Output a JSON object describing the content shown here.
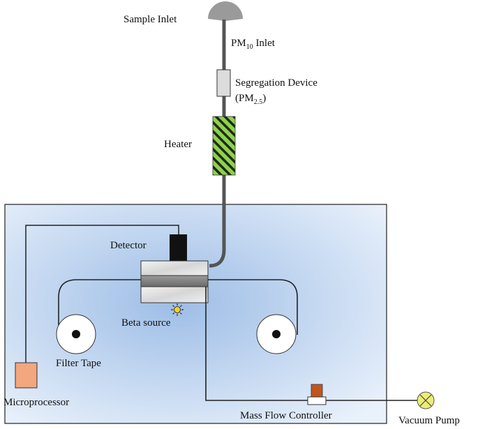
{
  "labels": {
    "sample_inlet": "Sample Inlet",
    "pm10_inlet": {
      "prefix": "PM",
      "sub": "10",
      "suffix": " Inlet"
    },
    "segregation_device": "Segregation Device",
    "segregation_pm25": {
      "prefix": "(PM",
      "sub": "2.5",
      "suffix": ")"
    },
    "heater": "Heater",
    "detector": "Detector",
    "beta_source": "Beta source",
    "filter_tape": "Filter Tape",
    "microprocessor": "Microprocessor",
    "mass_flow_controller": "Mass Flow Controller",
    "vacuum_pump": "Vacuum Pump"
  },
  "colors": {
    "line": "#222222",
    "tube": "#555555",
    "enclosure_center": "#9dbde6",
    "enclosure_edge": "#e9f1fb",
    "heater_fill": "#8fd14f",
    "heater_stripe": "#1e2a14",
    "detector": "#111111",
    "microprocessor": "#f2a77e",
    "mfc_top": "#c0561e",
    "vacuum_pump": "#ecec7a",
    "sun_icon": "#f4d21c",
    "inlet_cap": "#9a9a9a"
  }
}
